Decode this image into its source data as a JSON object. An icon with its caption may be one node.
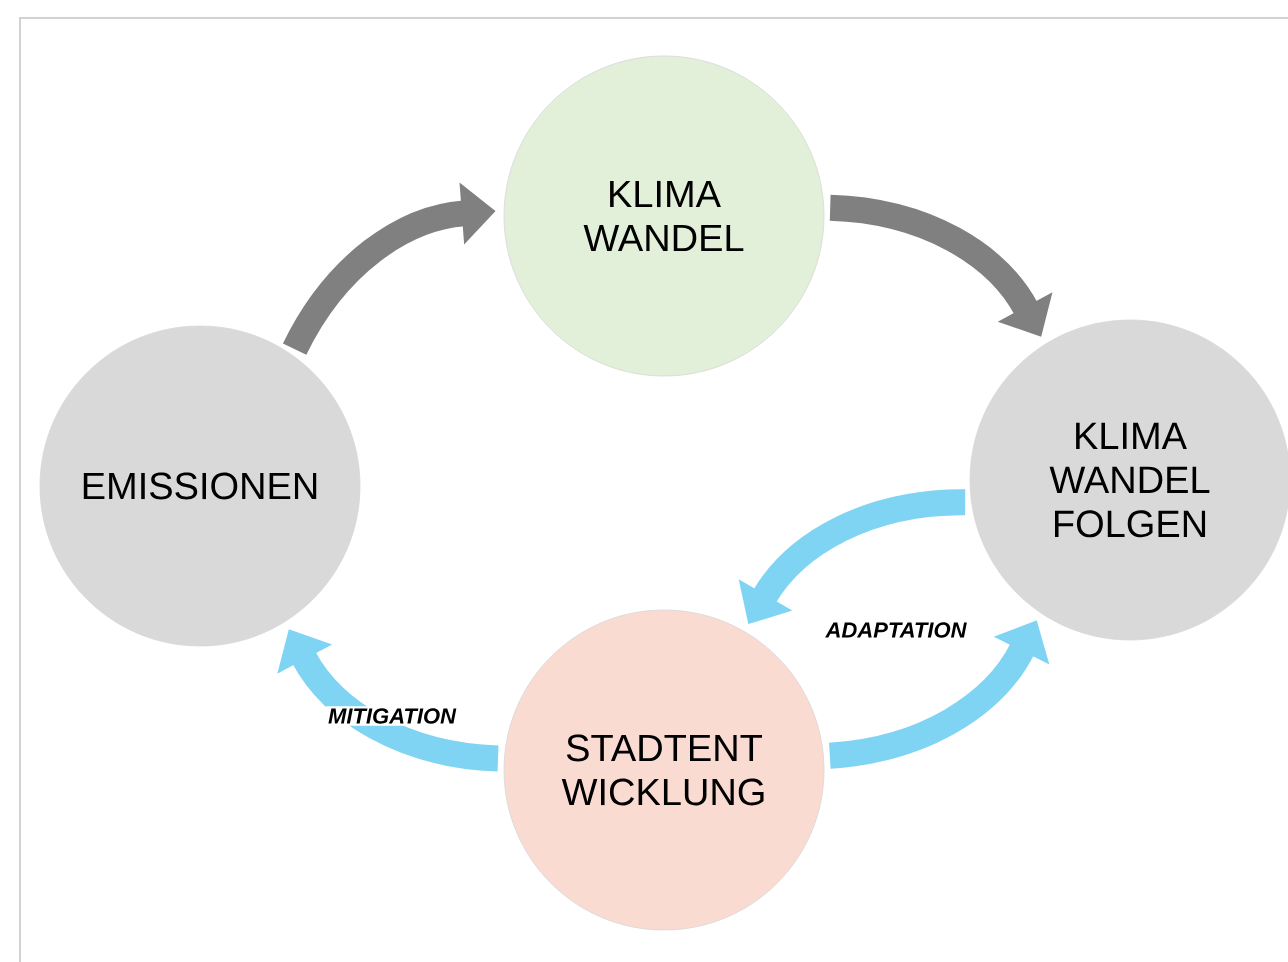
{
  "diagram": {
    "nodes": [
      {
        "text": [
          "KLIMA WANDEL"
        ]
      },
      {
        "text": [
          "EMISSIONEN"
        ]
      },
      {
        "text": [
          "KLIMA WANDEL FOLGEN"
        ]
      },
      {
        "text": [
          "STADTENT WICKLUNG"
        ]
      }
    ],
    "edges": [
      {
        "from": 1,
        "to": 0,
        "arrow": "to",
        "color": "#808080"
      },
      {
        "from": 0,
        "to": 2,
        "arrow": "to",
        "color": "#808080"
      },
      {
        "from": 2,
        "to": 3,
        "arrow": "to"
      },
      {
        "from": 3,
        "to": 2,
        "arrow": "to",
        "label": "ADAPTATION"
      },
      {
        "from": 3,
        "to": 1,
        "arrow": "to",
        "label": "MITIGATION"
      }
    ]
  }
}
